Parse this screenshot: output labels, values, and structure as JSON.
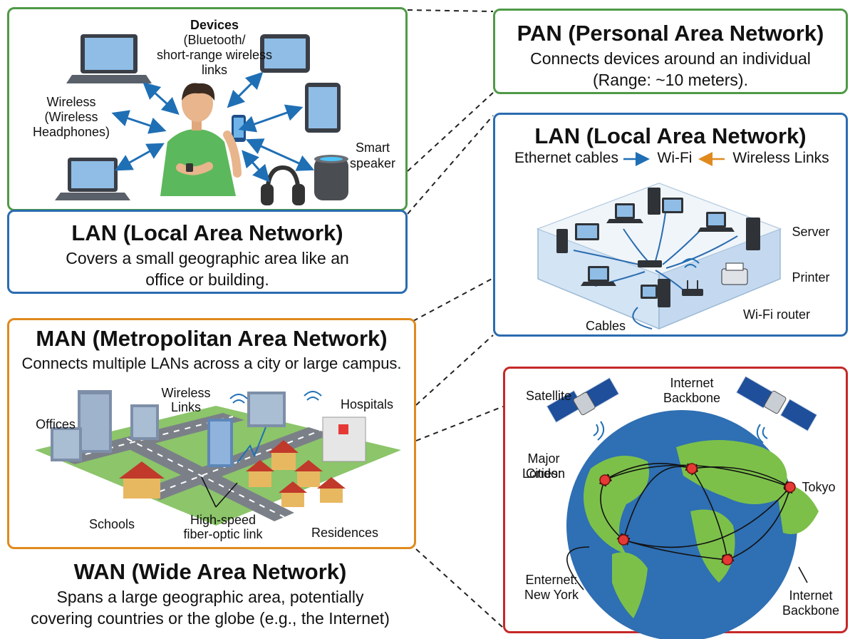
{
  "pan_illustration": {
    "devices_title": "Devices",
    "devices_sub_1": "(Bluetooth/",
    "devices_sub_2": "short-range wireless",
    "devices_sub_3": "links",
    "wireless_1": "Wireless",
    "wireless_2": "(Wireless",
    "wireless_3": "Headphones)",
    "smart_1": "Smart",
    "smart_2": "speaker"
  },
  "lan_caption": {
    "title": "LAN (Local Area Network)",
    "desc_1": "Covers a small geographic area like an",
    "desc_2": "office or building."
  },
  "pan_caption": {
    "title": "PAN (Personal Area Network)",
    "desc_1": "Connects devices around an individual",
    "desc_2": "(Range: ~10 meters)."
  },
  "lan_detail": {
    "title": "LAN (Local Area Network)",
    "legend_ethernet": "Ethernet cables",
    "legend_wifi": "Wi-Fi",
    "legend_wireless": "Wireless Links",
    "server": "Server",
    "printer": "Printer",
    "router": "Wi-Fi router",
    "cables": "Cables"
  },
  "man": {
    "title": "MAN (Metropolitan Area Network)",
    "desc": "Connects multiple LANs across a city or large campus.",
    "offices": "Offices",
    "wireless_1": "Wireless",
    "wireless_2": "Links",
    "hospitals": "Hospitals",
    "schools": "Schools",
    "fiber_1": "High-speed",
    "fiber_2": "fiber-optic link",
    "residences": "Residences"
  },
  "wan_caption": {
    "title": "WAN (Wide Area Network)",
    "desc_1": "Spans a large geographic area, potentially",
    "desc_2": "covering countries or the globe (e.g., the Internet)"
  },
  "wan_globe": {
    "satellite": "Satellite",
    "backbone_top_1": "Internet",
    "backbone_top_2": "Backbone",
    "major_1": "Major Cities:",
    "major_2": "London",
    "tokyo": "Tokyo",
    "ny_1": "Enternet:",
    "ny_2": "New York",
    "backbone_bot_1": "Internet",
    "backbone_bot_2": "Backbone"
  },
  "colors": {
    "pan": "#4f9a47",
    "lan": "#2b6cb0",
    "man": "#e08a1e",
    "wan": "#c62828",
    "arrow": "#1f6fb5",
    "ocean": "#2f6fb3",
    "land": "#7cc04a",
    "city": "#e53935"
  }
}
